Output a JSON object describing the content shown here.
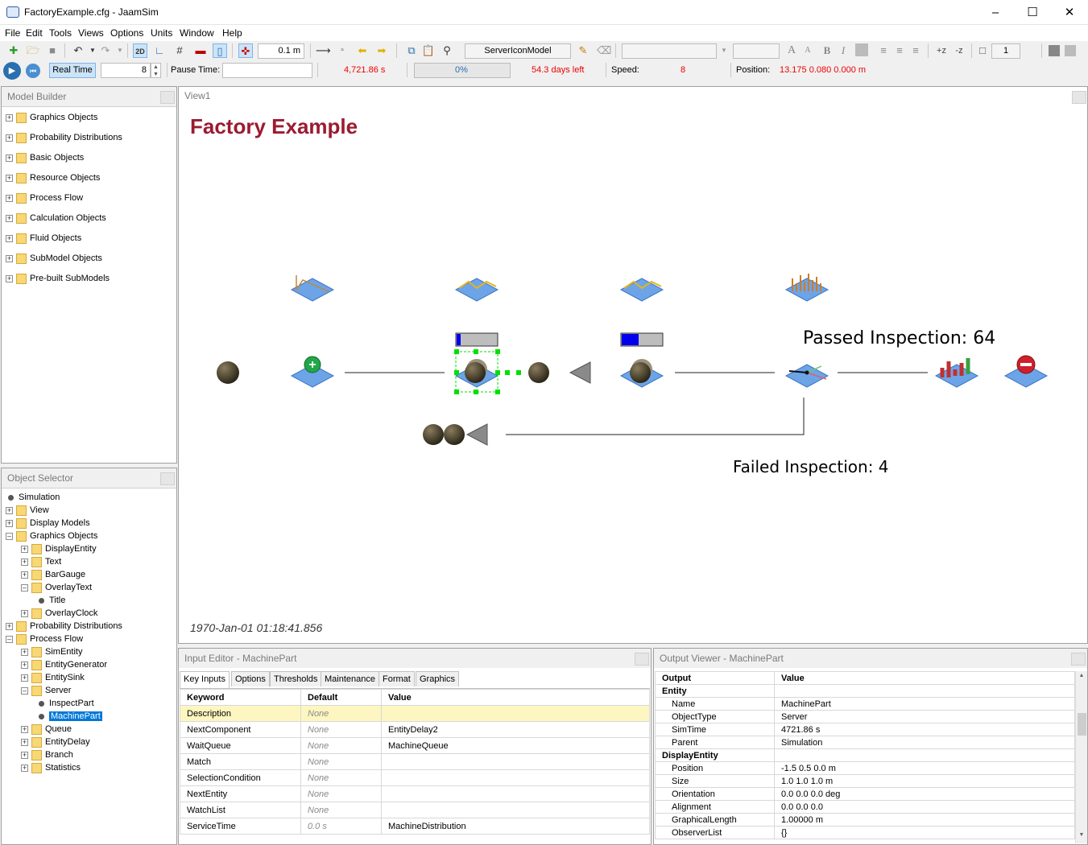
{
  "window": {
    "title": "FactoryExample.cfg - JaamSim"
  },
  "menu": [
    "File",
    "Edit",
    "Tools",
    "Views",
    "Options",
    "Units",
    "Window",
    "Help"
  ],
  "toolbar": {
    "view_2d": "2D",
    "snap_value": "0.1  m",
    "display_model": "ServerIconModel",
    "font_name": "",
    "font_size": "",
    "layer_value": "1",
    "z_up": "+z",
    "z_down": "-z"
  },
  "status": {
    "real_time_label": "Real Time",
    "real_time_factor": "8",
    "pause_time_label": "Pause Time:",
    "pause_time_value": "",
    "sim_time": "4,721.86  s",
    "progress_text": "0%",
    "progress_fraction": 0.0,
    "days_left": "54.3 days left",
    "speed_label": "Speed:",
    "speed_value": "8",
    "position_label": "Position:",
    "position_value": "13.175  0.080  0.000  m"
  },
  "model_builder": {
    "title": "Model Builder",
    "items": [
      "Graphics Objects",
      "Probability Distributions",
      "Basic Objects",
      "Resource Objects",
      "Process Flow",
      "Calculation Objects",
      "Fluid Objects",
      "SubModel Objects",
      "Pre-built SubModels"
    ]
  },
  "object_selector": {
    "title": "Object Selector",
    "items": [
      {
        "label": "Simulation",
        "level": 0,
        "kind": "leaf"
      },
      {
        "label": "View",
        "level": 0,
        "kind": "folder-plus"
      },
      {
        "label": "Display Models",
        "level": 0,
        "kind": "folder-plus"
      },
      {
        "label": "Graphics Objects",
        "level": 0,
        "kind": "folder-minus"
      },
      {
        "label": "DisplayEntity",
        "level": 1,
        "kind": "folder-plus"
      },
      {
        "label": "Text",
        "level": 1,
        "kind": "folder-plus"
      },
      {
        "label": "BarGauge",
        "level": 1,
        "kind": "folder-plus"
      },
      {
        "label": "OverlayText",
        "level": 1,
        "kind": "folder-minus"
      },
      {
        "label": "Title",
        "level": 2,
        "kind": "leaf"
      },
      {
        "label": "OverlayClock",
        "level": 1,
        "kind": "folder-plus"
      },
      {
        "label": "Probability Distributions",
        "level": 0,
        "kind": "folder-plus"
      },
      {
        "label": "Process Flow",
        "level": 0,
        "kind": "folder-minus"
      },
      {
        "label": "SimEntity",
        "level": 1,
        "kind": "folder-plus"
      },
      {
        "label": "EntityGenerator",
        "level": 1,
        "kind": "folder-plus"
      },
      {
        "label": "EntitySink",
        "level": 1,
        "kind": "folder-plus"
      },
      {
        "label": "Server",
        "level": 1,
        "kind": "folder-minus"
      },
      {
        "label": "InspectPart",
        "level": 2,
        "kind": "leaf"
      },
      {
        "label": "MachinePart",
        "level": 2,
        "kind": "leaf-selected"
      },
      {
        "label": "Queue",
        "level": 1,
        "kind": "folder-plus"
      },
      {
        "label": "EntityDelay",
        "level": 1,
        "kind": "folder-plus"
      },
      {
        "label": "Branch",
        "level": 1,
        "kind": "folder-plus"
      },
      {
        "label": "Statistics",
        "level": 1,
        "kind": "folder-plus"
      }
    ]
  },
  "view": {
    "tab": "View1",
    "title": "Factory Example",
    "passed_label": "Passed Inspection: 64",
    "failed_label": "Failed Inspection: 4",
    "clock": "1970-Jan-01 01:18:41.856",
    "accent": "#9b1b30"
  },
  "input_editor": {
    "title": "Input Editor - MachinePart",
    "tabs": [
      "Key Inputs",
      "Options",
      "Thresholds",
      "Maintenance",
      "Format",
      "Graphics"
    ],
    "columns": [
      "Keyword",
      "Default",
      "Value"
    ],
    "rows": [
      {
        "keyword": "Description",
        "default": "None",
        "value": ""
      },
      {
        "keyword": "NextComponent",
        "default": "None",
        "value": "EntityDelay2"
      },
      {
        "keyword": "WaitQueue",
        "default": "None",
        "value": "MachineQueue"
      },
      {
        "keyword": "Match",
        "default": "None",
        "value": ""
      },
      {
        "keyword": "SelectionCondition",
        "default": "None",
        "value": ""
      },
      {
        "keyword": "NextEntity",
        "default": "None",
        "value": ""
      },
      {
        "keyword": "WatchList",
        "default": "None",
        "value": ""
      },
      {
        "keyword": "ServiceTime",
        "default": "0.0  s",
        "value": "MachineDistribution"
      }
    ]
  },
  "output_viewer": {
    "title": "Output Viewer - MachinePart",
    "columns": [
      "Output",
      "Value"
    ],
    "rows": [
      {
        "output": "Entity",
        "value": "",
        "group": true
      },
      {
        "output": "Name",
        "value": "MachinePart",
        "group": false
      },
      {
        "output": "ObjectType",
        "value": "Server",
        "group": false
      },
      {
        "output": "SimTime",
        "value": "4721.86  s",
        "group": false
      },
      {
        "output": "Parent",
        "value": "Simulation",
        "group": false
      },
      {
        "output": "DisplayEntity",
        "value": "",
        "group": true
      },
      {
        "output": "Position",
        "value": "-1.5  0.5  0.0  m",
        "group": false
      },
      {
        "output": "Size",
        "value": "1.0  1.0  1.0  m",
        "group": false
      },
      {
        "output": "Orientation",
        "value": "0.0  0.0  0.0  deg",
        "group": false
      },
      {
        "output": "Alignment",
        "value": "0.0  0.0  0.0",
        "group": false
      },
      {
        "output": "GraphicalLength",
        "value": "1.00000  m",
        "group": false
      },
      {
        "output": "ObserverList",
        "value": "{}",
        "group": false
      }
    ]
  }
}
